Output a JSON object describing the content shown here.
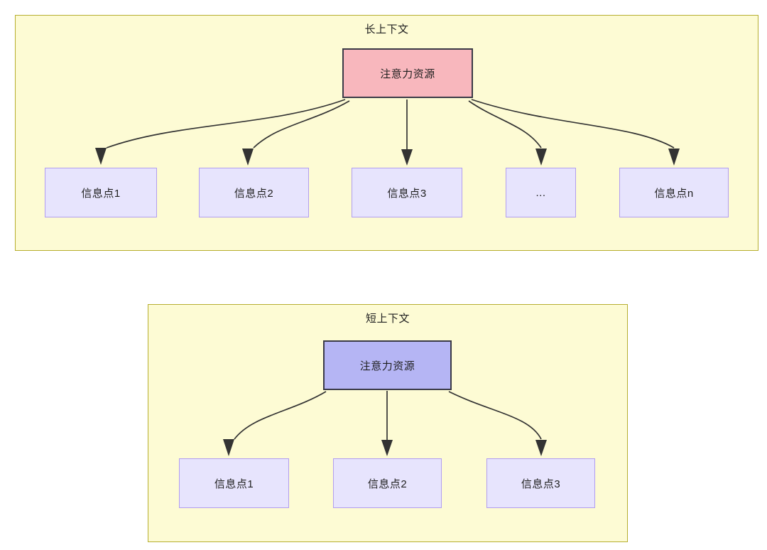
{
  "diagram": {
    "title_hidden": "",
    "colors": {
      "group_fill": "#fdfbd4",
      "group_border": "#b6ae2f",
      "root_long_fill": "#f8b7bd",
      "root_short_fill": "#b5b5f4",
      "root_border": "#3a3a46",
      "leaf_fill": "#e7e4fd",
      "leaf_border": "#b19df0",
      "edge": "#333333",
      "text": "#1f1f1f"
    }
  },
  "groups": [
    {
      "id": "long-context",
      "title": "长上下文",
      "root": {
        "label": "注意力资源"
      },
      "leaves": [
        {
          "label": "信息点1"
        },
        {
          "label": "信息点2"
        },
        {
          "label": "信息点3"
        },
        {
          "label": "..."
        },
        {
          "label": "信息点n"
        }
      ]
    },
    {
      "id": "short-context",
      "title": "短上下文",
      "root": {
        "label": "注意力资源"
      },
      "leaves": [
        {
          "label": "信息点1"
        },
        {
          "label": "信息点2"
        },
        {
          "label": "信息点3"
        }
      ]
    }
  ]
}
